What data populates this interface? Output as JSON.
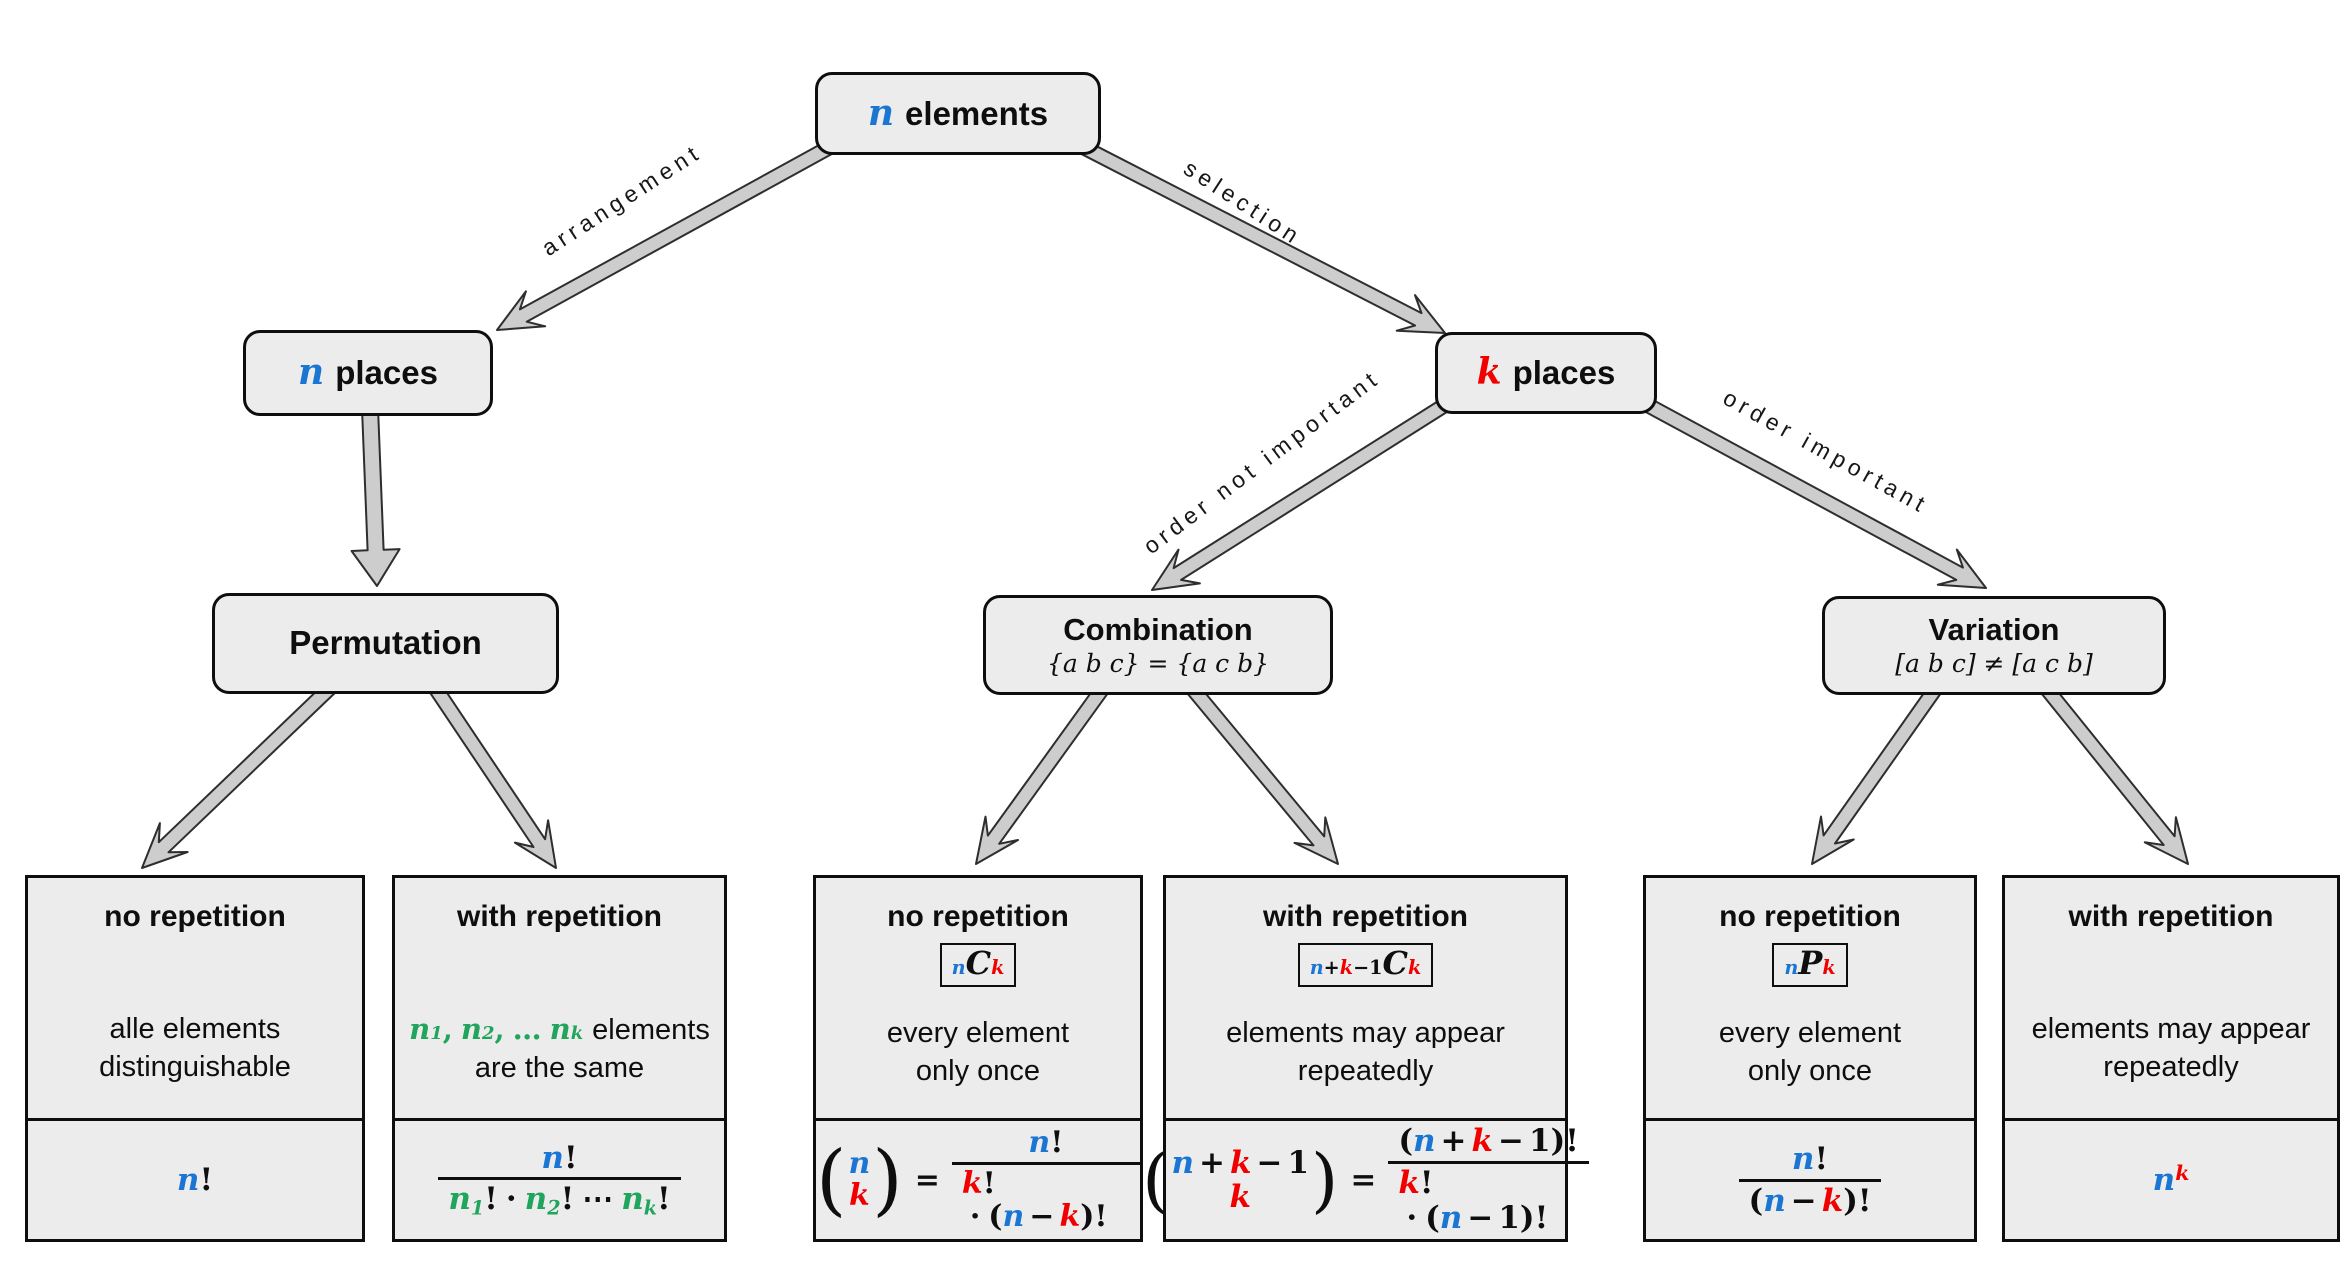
{
  "nodes": {
    "n_elements": {
      "variable": "n",
      "label": "elements"
    },
    "n_places": {
      "variable": "n",
      "label": "places"
    },
    "k_places": {
      "variable": "k",
      "label": "places"
    },
    "permutation": {
      "title": "Permutation"
    },
    "combination": {
      "title": "Combination",
      "subtitle": "{a b c} = {a c b}"
    },
    "variation": {
      "title": "Variation",
      "subtitle": "[a b c] ≠ [a c b]"
    }
  },
  "edges": {
    "arrangement": "arrangement",
    "selection": "selection",
    "order_not_important": "order not important",
    "order_important": "order important"
  },
  "cards": {
    "perm_norep": {
      "header": "no repetition",
      "desc1": "alle elements",
      "desc2": "distinguishable"
    },
    "perm_rep": {
      "header": "with repetition",
      "desc1_tail": "elements",
      "desc2": "are the same"
    },
    "comb_norep": {
      "header": "no repetition",
      "desc1": "every element",
      "desc2": "only once"
    },
    "comb_rep": {
      "header": "with repetition",
      "desc1": "elements may appear",
      "desc2": "repeatedly"
    },
    "var_norep": {
      "header": "no repetition",
      "desc1": "every element",
      "desc2": "only once"
    },
    "var_rep": {
      "header": "with repetition",
      "desc1": "elements may appear",
      "desc2": "repeatedly"
    }
  },
  "math": {
    "n": "n",
    "k": "k",
    "one": "1",
    "two": "2",
    "bang": "!",
    "cdot": "·",
    "cdots": "⋯",
    "open": "(",
    "close": ")",
    "close_bang": ")!",
    "plus": "+",
    "minus": "−",
    "eq": "=",
    "comma": ",",
    "dots": "…",
    "C": "C",
    "P": "P"
  },
  "colors": {
    "blue": "#1a76d2",
    "red": "#f20000",
    "green": "#21a45c"
  }
}
